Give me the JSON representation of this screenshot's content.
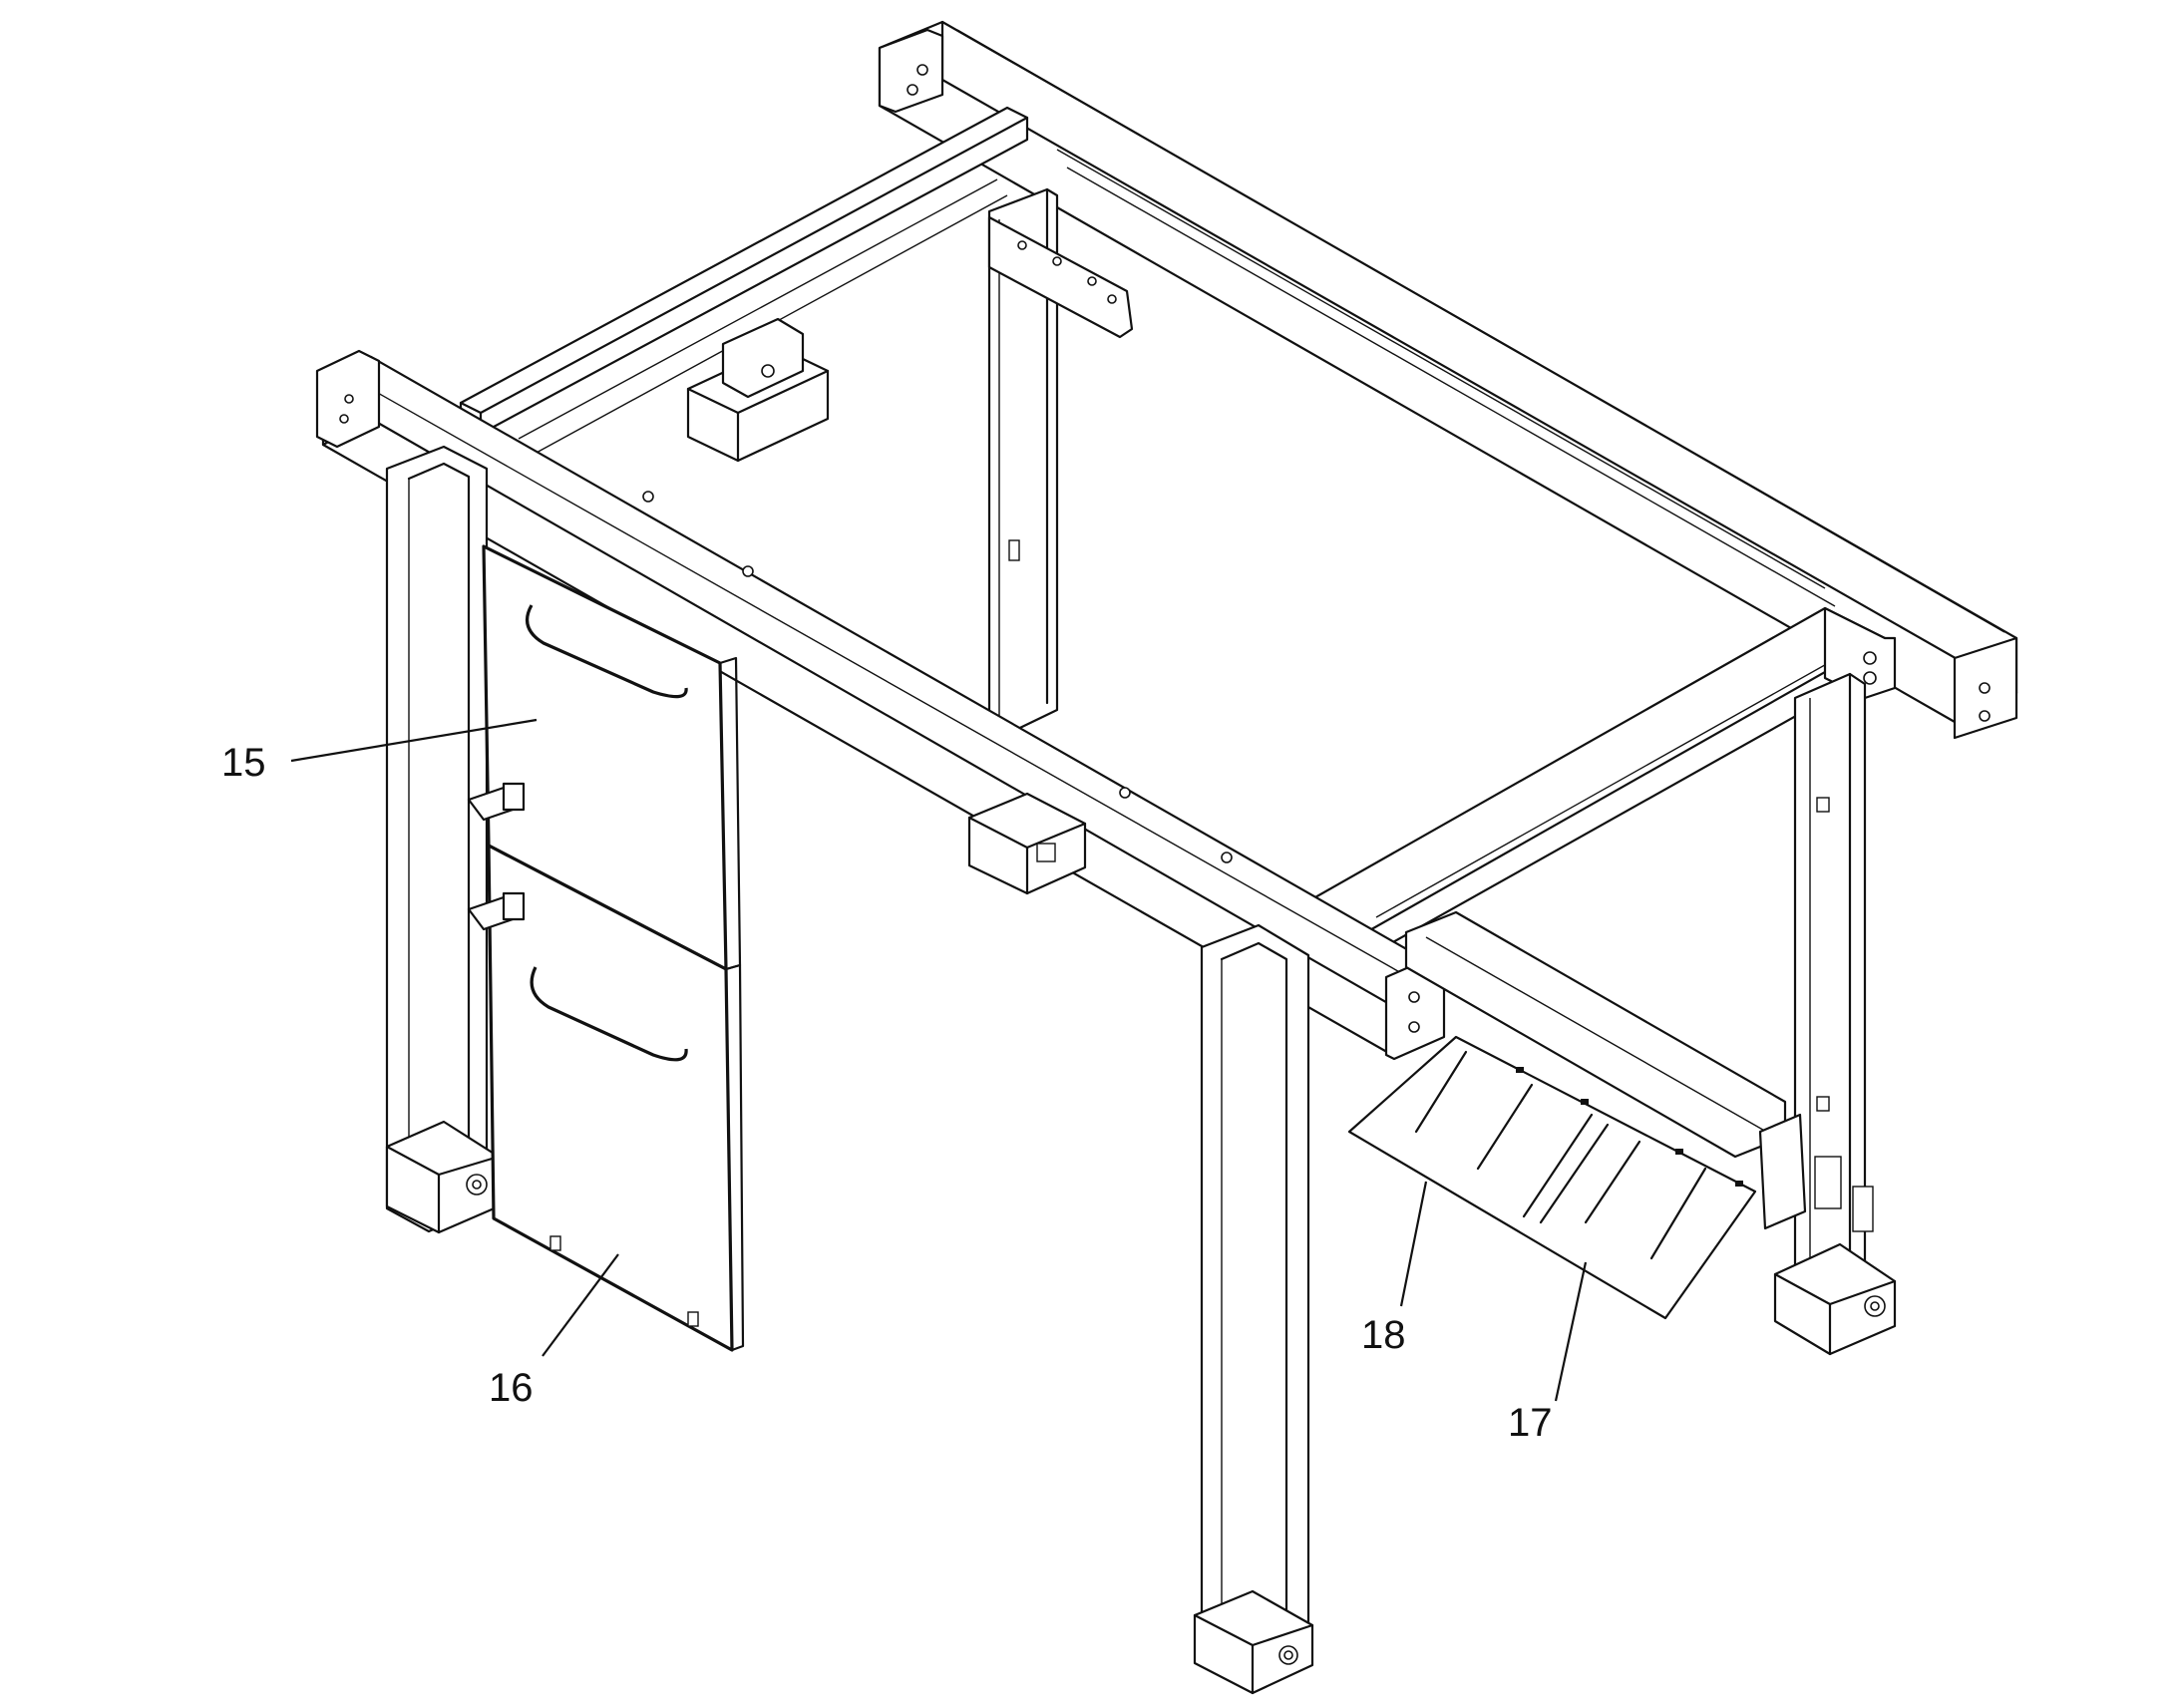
{
  "callouts": [
    {
      "id": "15",
      "label": "15"
    },
    {
      "id": "16",
      "label": "16"
    },
    {
      "id": "17",
      "label": "17"
    },
    {
      "id": "18",
      "label": "18"
    }
  ]
}
